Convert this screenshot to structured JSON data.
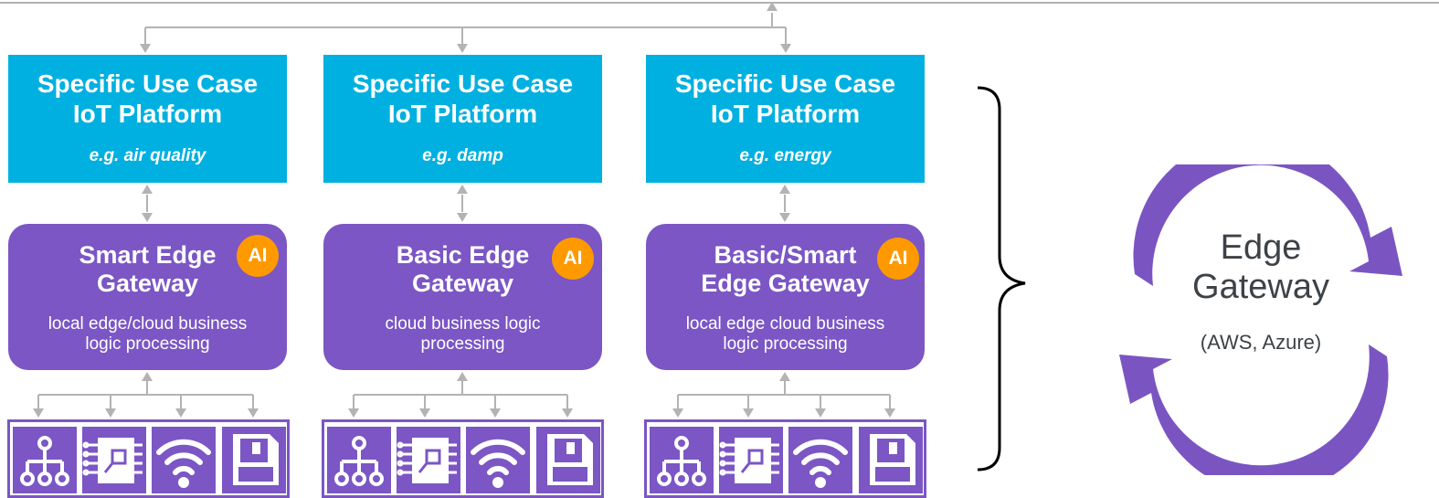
{
  "columns": [
    {
      "platform": {
        "title_line1": "Specific Use Case",
        "title_line2": "IoT Platform",
        "example": "e.g. air quality"
      },
      "gateway": {
        "title_line1": "Smart Edge",
        "title_line2": "Gateway",
        "desc_line1": "local edge/cloud business",
        "desc_line2": "logic processing",
        "badge": "AI"
      },
      "devices": [
        "network-hierarchy-icon",
        "circuit-chip-icon",
        "wifi-icon",
        "floppy-disk-icon"
      ]
    },
    {
      "platform": {
        "title_line1": "Specific Use Case",
        "title_line2": "IoT Platform",
        "example": "e.g. damp"
      },
      "gateway": {
        "title_line1": "Basic Edge",
        "title_line2": "Gateway",
        "desc_line1": "cloud business logic",
        "desc_line2": "processing",
        "badge": "AI"
      },
      "devices": [
        "network-hierarchy-icon",
        "circuit-chip-icon",
        "wifi-icon",
        "floppy-disk-icon"
      ]
    },
    {
      "platform": {
        "title_line1": "Specific Use Case",
        "title_line2": "IoT Platform",
        "example": "e.g. energy"
      },
      "gateway": {
        "title_line1": "Basic/Smart",
        "title_line2": "Edge Gateway",
        "desc_line1": "local edge cloud business",
        "desc_line2": "logic processing",
        "badge": "AI"
      },
      "devices": [
        "network-hierarchy-icon",
        "circuit-chip-icon",
        "wifi-icon",
        "floppy-disk-icon"
      ]
    }
  ],
  "edge_cycle": {
    "title_line1": "Edge",
    "title_line2": "Gateway",
    "subtitle": "(AWS, Azure)",
    "icon": "cycle-arrows-icon"
  },
  "colors": {
    "platform": "#00b0e0",
    "gateway": "#7b56c4",
    "badge": "#ff9900",
    "connector": "#b3b3b3",
    "cycle": "#7a55c2"
  }
}
